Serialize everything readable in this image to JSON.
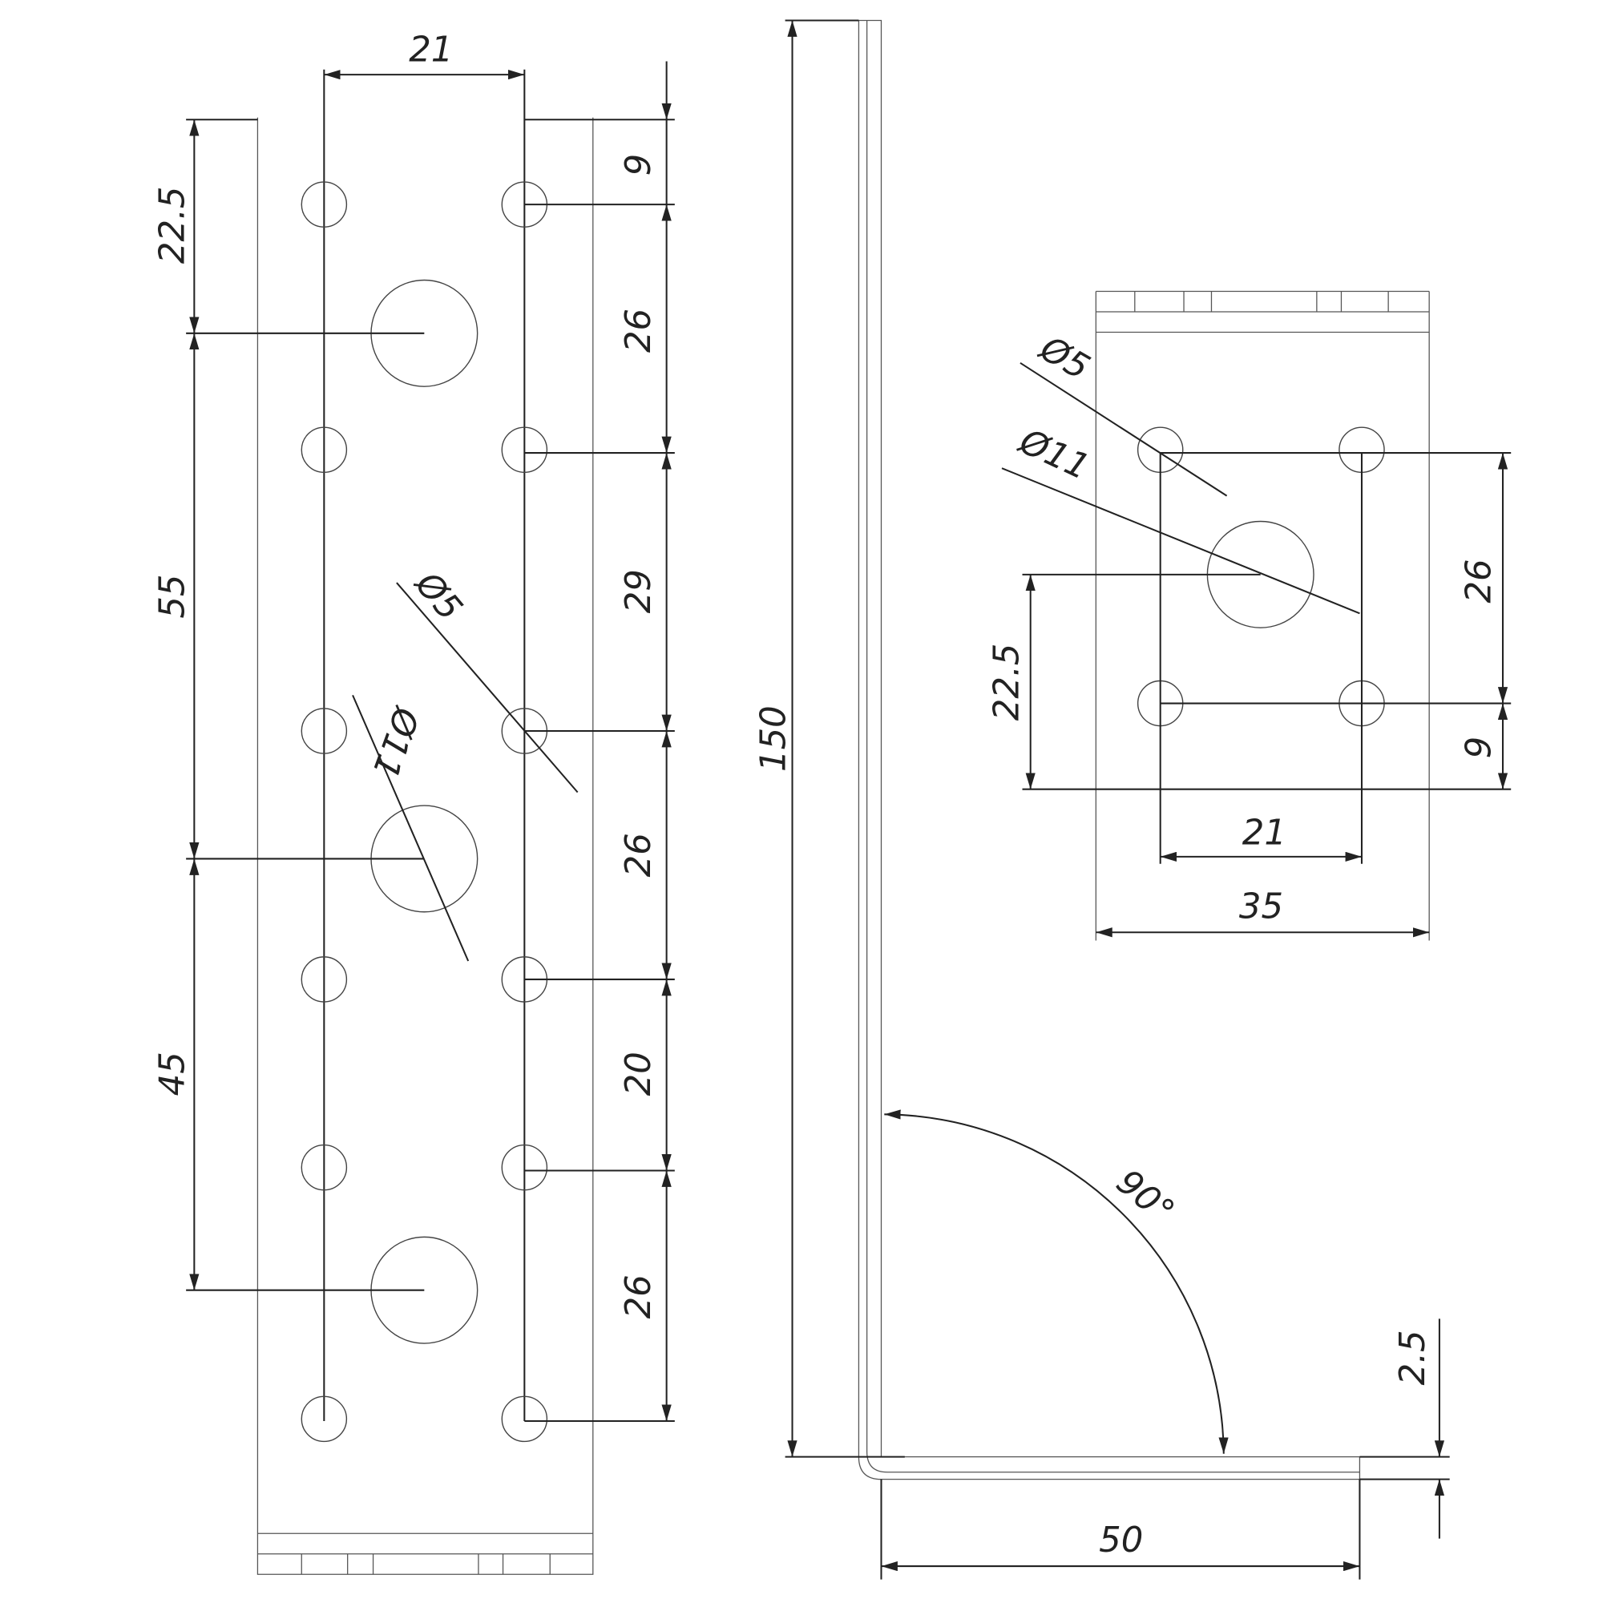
{
  "front_view": {
    "top_spacing": "21",
    "right_dims": [
      "9",
      "26",
      "29",
      "26",
      "20",
      "26"
    ],
    "left_dims": [
      "22.5",
      "55",
      "45"
    ],
    "hole_small": "Ø5",
    "hole_large": "Ø11"
  },
  "side_view": {
    "height": "150",
    "angle": "90°",
    "thickness": "2.5",
    "length": "50"
  },
  "top_view": {
    "hole_small": "Ø5",
    "hole_large": "Ø11",
    "dim_vert1": "26",
    "dim_vert2": "9",
    "dim_left": "22.5",
    "dim_spacing": "21",
    "dim_width": "35"
  }
}
